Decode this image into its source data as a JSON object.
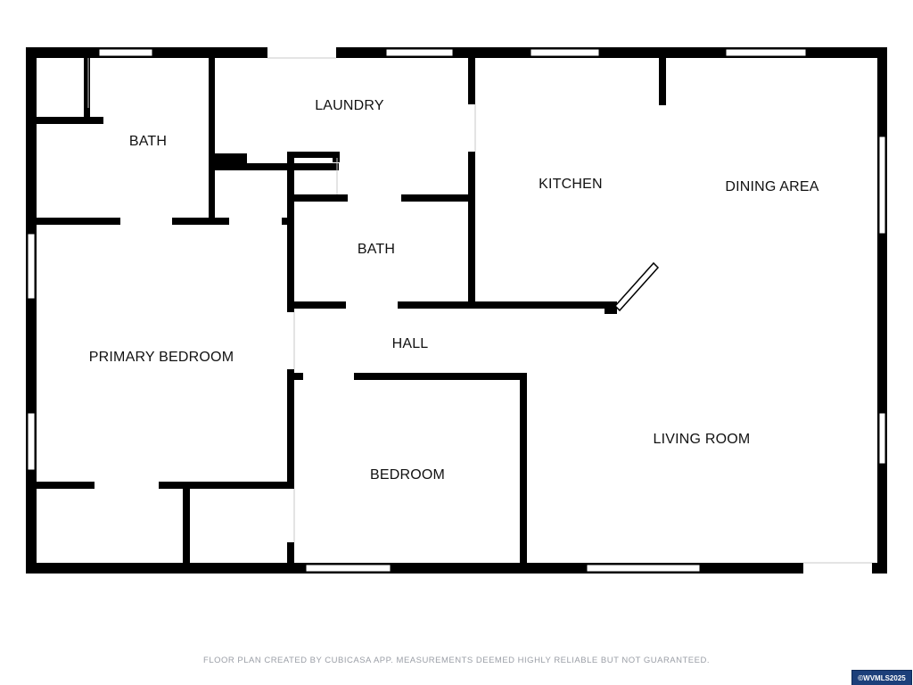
{
  "rooms": {
    "laundry": "LAUNDRY",
    "bath_1": "BATH",
    "bath_2": "BATH",
    "kitchen": "KITCHEN",
    "dining": "DINING AREA",
    "primary_bedroom": "PRIMARY BEDROOM",
    "hall": "HALL",
    "living_room": "LIVING ROOM",
    "bedroom": "BEDROOM"
  },
  "footer": {
    "disclaimer": "FLOOR PLAN CREATED BY CUBICASA APP. MEASUREMENTS DEEMED HIGHLY RELIABLE BUT NOT GUARANTEED.",
    "badge": "©WVMLS2025"
  },
  "colors": {
    "wall": "#000000",
    "background": "#ffffff",
    "footer_text": "#9a9ea6",
    "badge_bg": "#1c3f7a"
  }
}
